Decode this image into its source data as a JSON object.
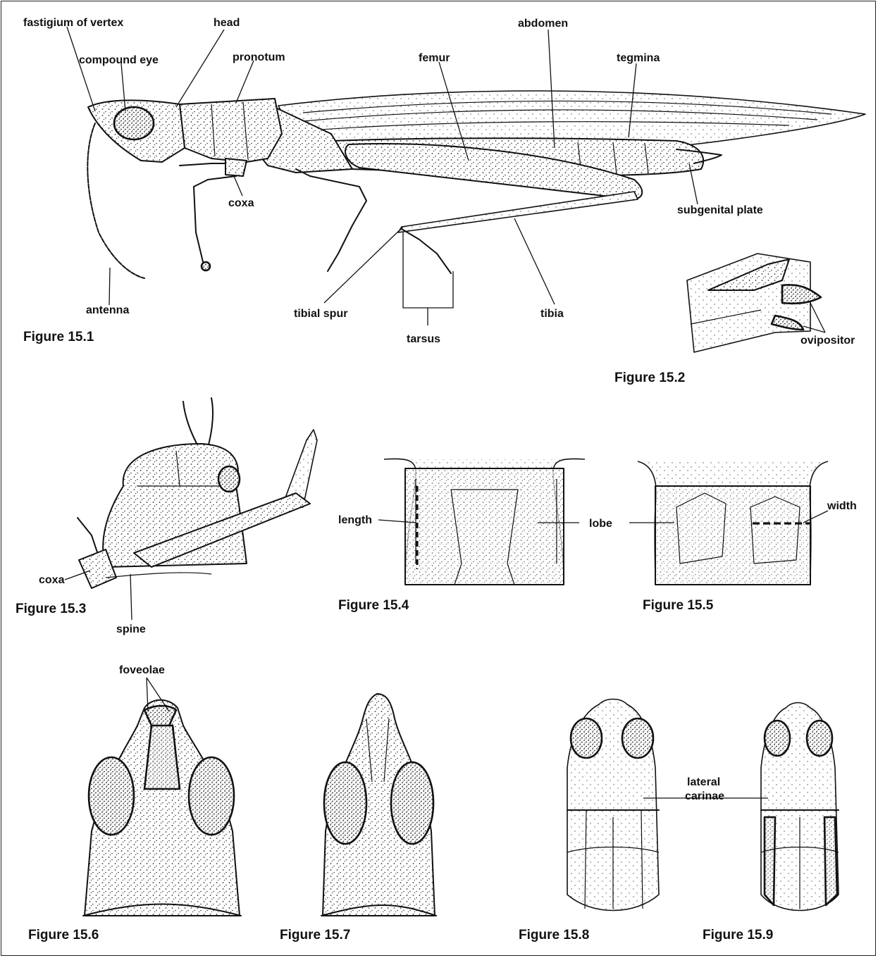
{
  "figure_15_1": {
    "caption": "Figure 15.1",
    "labels": {
      "fastigium": "fastigium of vertex",
      "compound_eye": "compound eye",
      "head": "head",
      "pronotum": "pronotum",
      "femur": "femur",
      "abdomen": "abdomen",
      "tegmina": "tegmina",
      "coxa": "coxa",
      "subgenital_plate": "subgenital plate",
      "antenna": "antenna",
      "tibial_spur": "tibial spur",
      "tarsus": "tarsus",
      "tibia": "tibia"
    }
  },
  "figure_15_2": {
    "caption": "Figure 15.2",
    "labels": {
      "ovipositor": "ovipositor"
    }
  },
  "figure_15_3": {
    "caption": "Figure 15.3",
    "labels": {
      "coxa": "coxa",
      "spine": "spine"
    }
  },
  "figure_15_4": {
    "caption": "Figure 15.4",
    "labels": {
      "length": "length"
    }
  },
  "figure_15_5": {
    "caption": "Figure 15.5",
    "labels": {
      "width": "width"
    }
  },
  "shared_labels": {
    "lobe": "lobe",
    "lateral_carinae_line1": "lateral",
    "lateral_carinae_line2": "carinae"
  },
  "figure_15_6": {
    "caption": "Figure 15.6",
    "labels": {
      "foveolae": "foveolae"
    }
  },
  "figure_15_7": {
    "caption": "Figure 15.7"
  },
  "figure_15_8": {
    "caption": "Figure 15.8"
  },
  "figure_15_9": {
    "caption": "Figure 15.9"
  }
}
